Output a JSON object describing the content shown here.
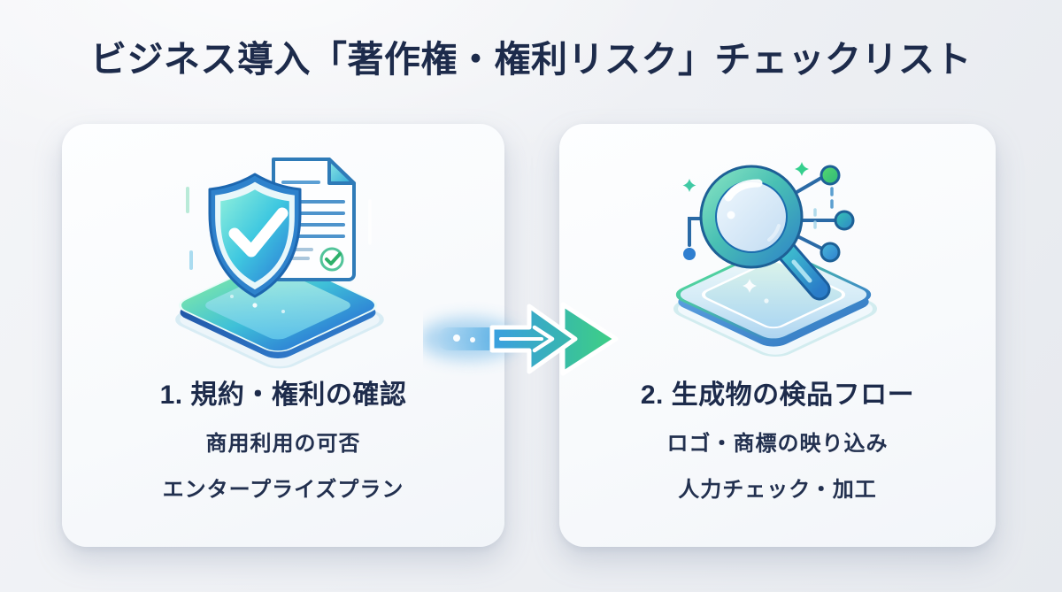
{
  "title": "ビジネス導入「著作権・権利リスク」チェックリスト",
  "steps": [
    {
      "heading": "1. 規約・権利の確認",
      "items": [
        "商用利用の可否",
        "エンタープライズプラン"
      ],
      "icon": "shield-document-platform-icon"
    },
    {
      "heading": "2. 生成物の検品フロー",
      "items": [
        "ロゴ・商標の映り込み",
        "人力チェック・加工"
      ],
      "icon": "magnifier-circuit-platform-icon"
    }
  ],
  "arrow": {
    "icon": "flow-arrow-right-icon",
    "direction": "right",
    "gradient_start": "#3aa2e2",
    "gradient_end": "#3fd08a"
  },
  "colors": {
    "background": "#eef0f4",
    "card": "#f9fafc",
    "text": "#1d2b4b",
    "accent_blue": "#2f86d6",
    "accent_teal": "#43c8b4",
    "accent_green": "#3fd08a"
  }
}
